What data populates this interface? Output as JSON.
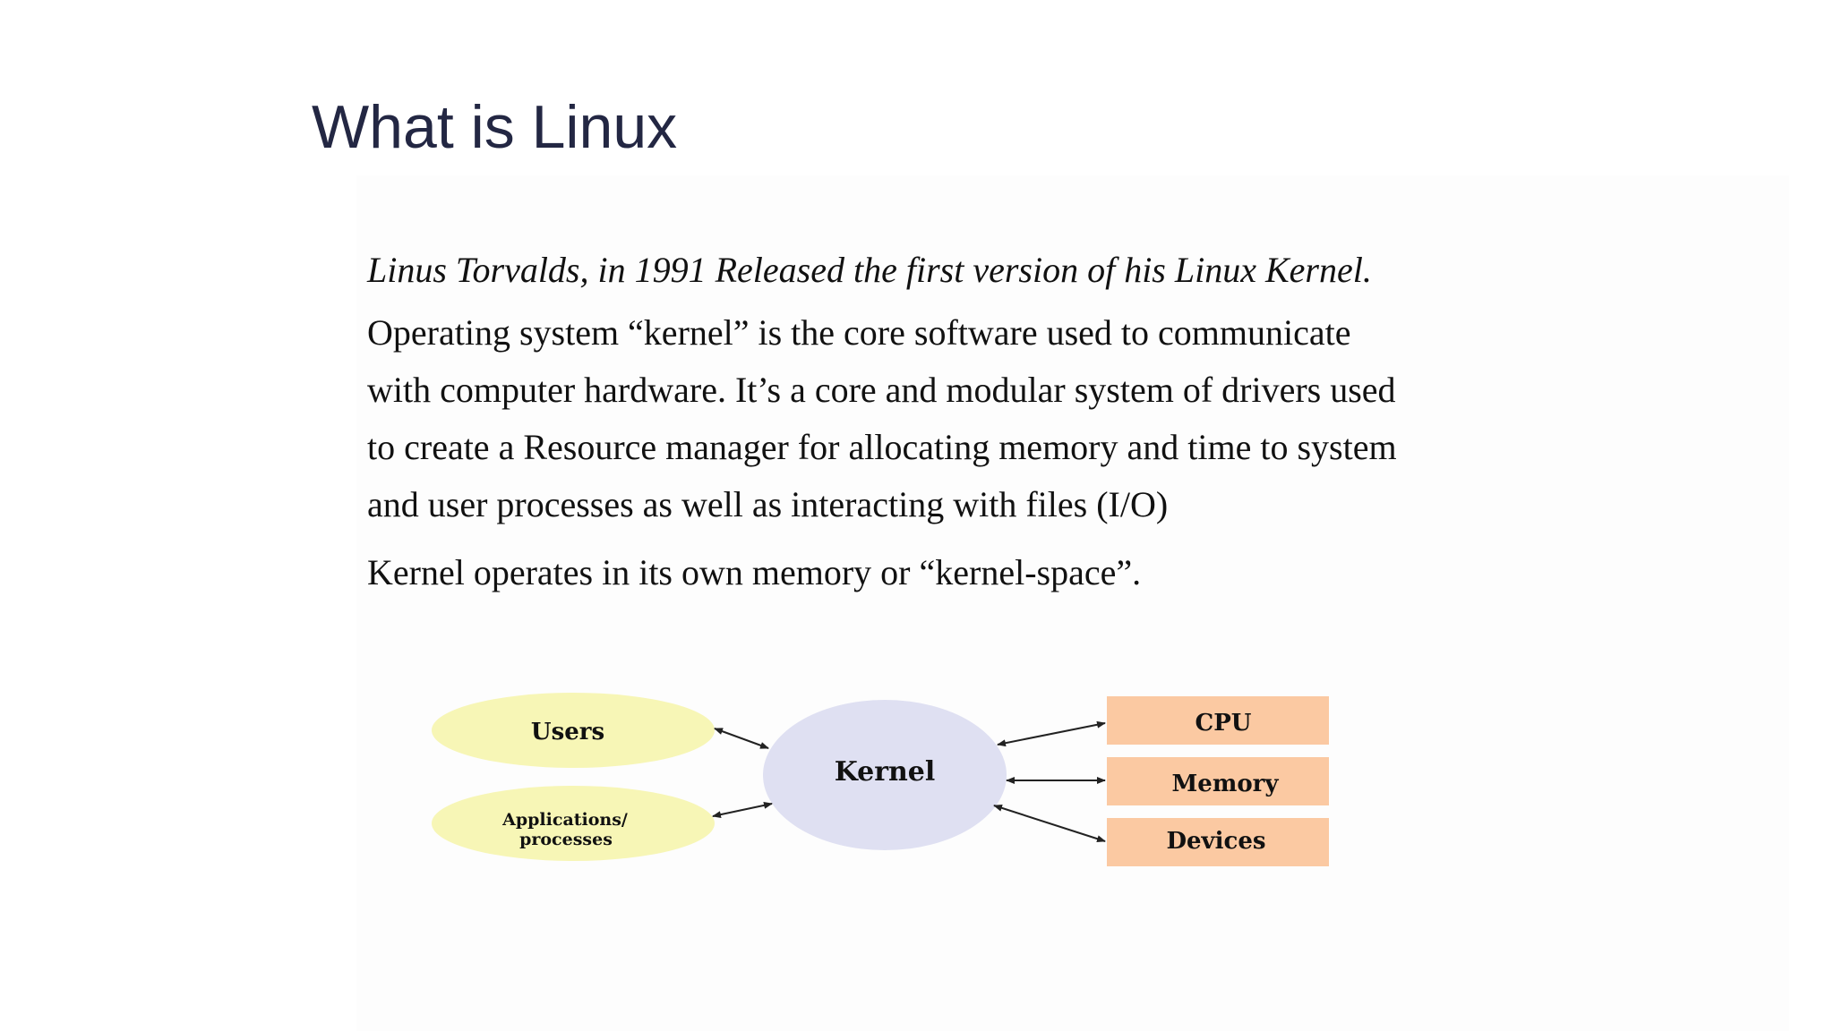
{
  "slide": {
    "title": "What is Linux",
    "intro": "Linus Torvalds, in 1991 Released the first version of his Linux Kernel.",
    "paragraph_1": [
      "Operating system “kernel” is the core software used to communicate",
      "with computer hardware. It’s a core and modular system of drivers used",
      "to create a Resource manager for allocating memory and time to system",
      "and user processes as well as interacting with files (I/O)"
    ],
    "paragraph_2": "Kernel operates in its own memory or “kernel-space”."
  },
  "diagram": {
    "users": "Users",
    "applications_line1": "Applications/",
    "applications_line2": "processes",
    "kernel": "Kernel",
    "cpu": "CPU",
    "memory": "Memory",
    "devices": "Devices",
    "colors": {
      "user_ellipse": "#f7f6b6",
      "kernel_ellipse": "#dfe0f2",
      "hardware_box": "#fbc9a2",
      "arrow": "#222222",
      "title": "#232743"
    }
  }
}
